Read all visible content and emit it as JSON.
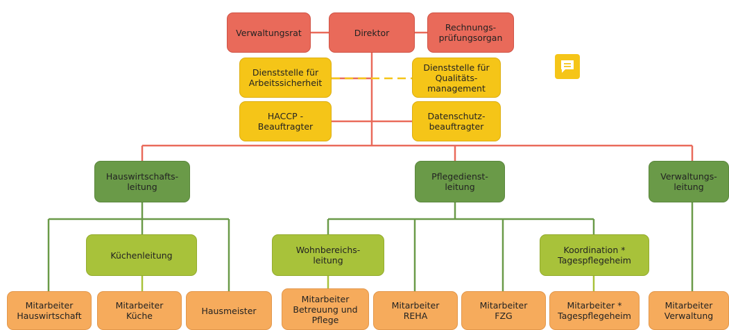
{
  "org": {
    "verwaltungsrat": "Verwaltungsrat",
    "direktor": "Direktor",
    "rechnungspruefungsorgan": "Rechnungs-\nprüfungsorgan",
    "arbeitssicherheit": "Dienststelle für\nArbeitssicherheit",
    "qualitaetsmanagement": "Dienststelle für\nQualitäts-\nmanagement",
    "haccp": "HACCP -\nBeauftragter",
    "datenschutz": "Datenschutz-\nbeauftragter",
    "hauswirtschaftsleitung": "Hauswirtschafts-\nleitung",
    "pflegedienstleitung": "Pflegedienst-\nleitung",
    "verwaltungsleitung": "Verwaltungs-\nleitung",
    "kuechenleitung": "Küchenleitung",
    "wohnbereichsleitung": "Wohnbereichs-\nleitung",
    "koordination": "Koordination *\nTagespflegeheim",
    "ma_hauswirtschaft": "Mitarbeiter\nHauswirtschaft",
    "ma_kueche": "Mitarbeiter\nKüche",
    "hausmeister": "Hausmeister",
    "ma_betreuung": "Mitarbeiter\nBetreuung und\nPflege",
    "ma_reha": "Mitarbeiter\nREHA",
    "ma_fzg": "Mitarbeiter\nFZG",
    "ma_tagespflegeheim": "Mitarbeiter *\nTagespflegeheim",
    "ma_verwaltung": "Mitarbeiter\nVerwaltung"
  },
  "colors": {
    "red": "#e96a5a",
    "yellow": "#f5c518",
    "dark_green": "#6a9a48",
    "light_green": "#a8c23a",
    "orange": "#f6ab5c"
  },
  "icons": {
    "comment": "comment-icon"
  }
}
